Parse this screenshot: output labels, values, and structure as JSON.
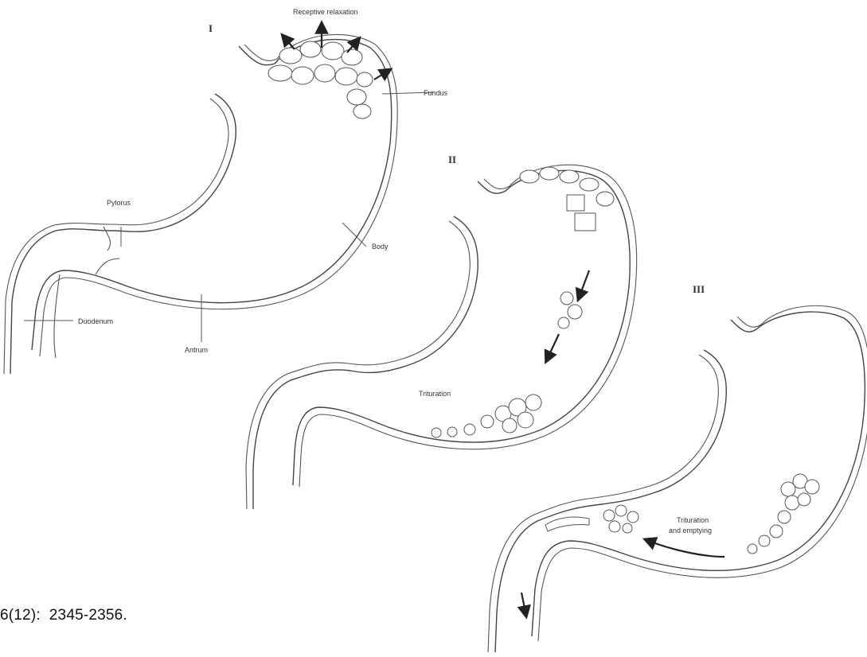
{
  "diagram": {
    "panels": [
      {
        "numeral": "I",
        "labels": {
          "receptive_relaxation": "Receptive relaxation",
          "fundus": "Fundus",
          "pylorus": "Pylorus",
          "body": "Body",
          "duodenum": "Duodenum",
          "antrum": "Antrum"
        }
      },
      {
        "numeral": "II",
        "labels": {
          "trituration": "Trituration"
        }
      },
      {
        "numeral": "III",
        "labels": {
          "trituration_emptying_line1": "Trituration",
          "trituration_emptying_line2": "and emptying"
        }
      }
    ]
  },
  "citation": "6(12):  2345-2356."
}
